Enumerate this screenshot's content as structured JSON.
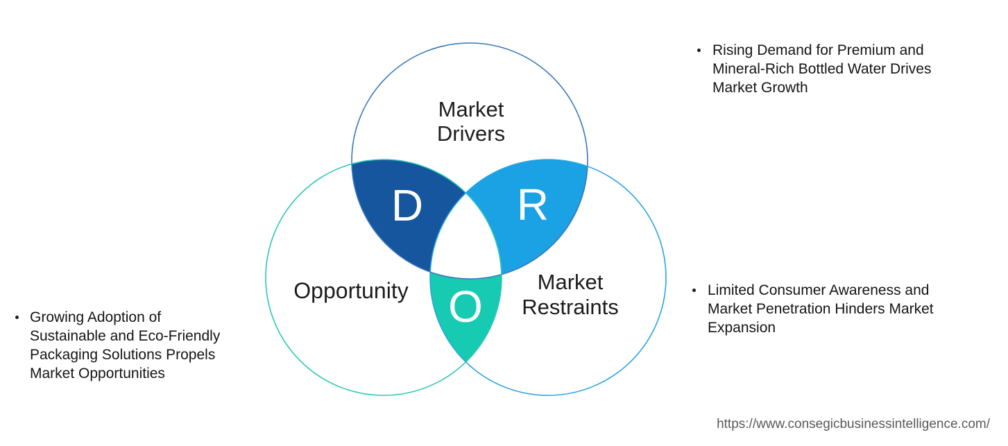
{
  "diagram": {
    "letters": {
      "drivers_opportunity": "D",
      "drivers_restraints": "R",
      "opportunity_restraints": "O"
    },
    "labels": {
      "drivers": [
        "Market",
        "Drivers"
      ],
      "opportunity": "Opportunity",
      "restraints": [
        "Market",
        "Restraints"
      ]
    },
    "colors": {
      "drivers_stroke": "#3577bc",
      "opportunity_stroke": "#2bc7b4",
      "restraints_stroke": "#28a4e0",
      "d_fill": "#15569e",
      "r_fill": "#1ba2e4",
      "o_fill": "#16cbb2",
      "center_fill": "#ffffff"
    }
  },
  "annotations": {
    "right_top": {
      "lines": [
        "Rising Demand for Premium and",
        "Mineral-Rich Bottled Water Drives",
        "Market Growth"
      ]
    },
    "right_middle": {
      "lines": [
        "Limited Consumer Awareness and",
        "Market Penetration Hinders Market",
        "Expansion"
      ]
    },
    "left": {
      "lines": [
        "Growing Adoption of",
        "Sustainable and Eco-Friendly",
        "Packaging Solutions Propels",
        "Market Opportunities"
      ]
    }
  },
  "footer": {
    "url": "https://www.consegicbusinessintelligence.com/"
  }
}
